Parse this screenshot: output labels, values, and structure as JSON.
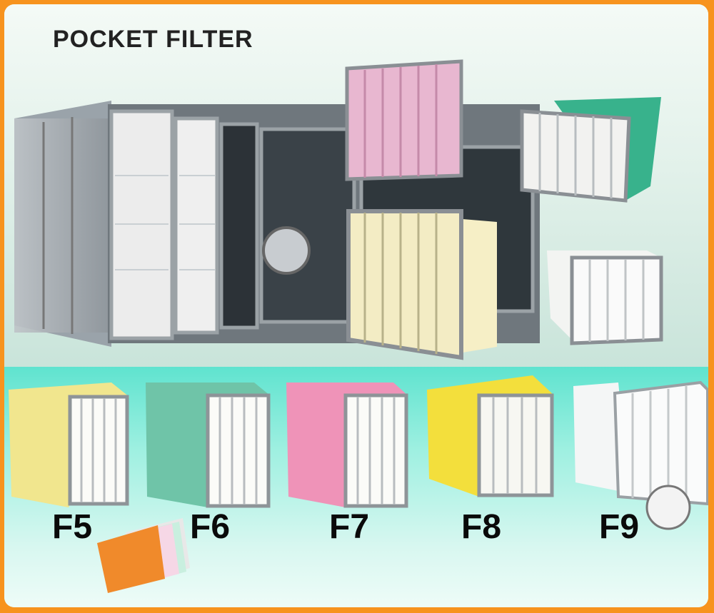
{
  "title": "POCKET FILTER",
  "grades": [
    {
      "label": "F5",
      "color": "#f1e68e"
    },
    {
      "label": "F6",
      "color": "#6fc4a8"
    },
    {
      "label": "F7",
      "color": "#ef93b8"
    },
    {
      "label": "F8",
      "color": "#f3df3c"
    },
    {
      "label": "F9",
      "color": "#f4f6f6"
    }
  ],
  "colors": {
    "frame": "#f7931e",
    "upper_bg": "#d9efe6",
    "lower_bg": "#7fe8d6"
  }
}
